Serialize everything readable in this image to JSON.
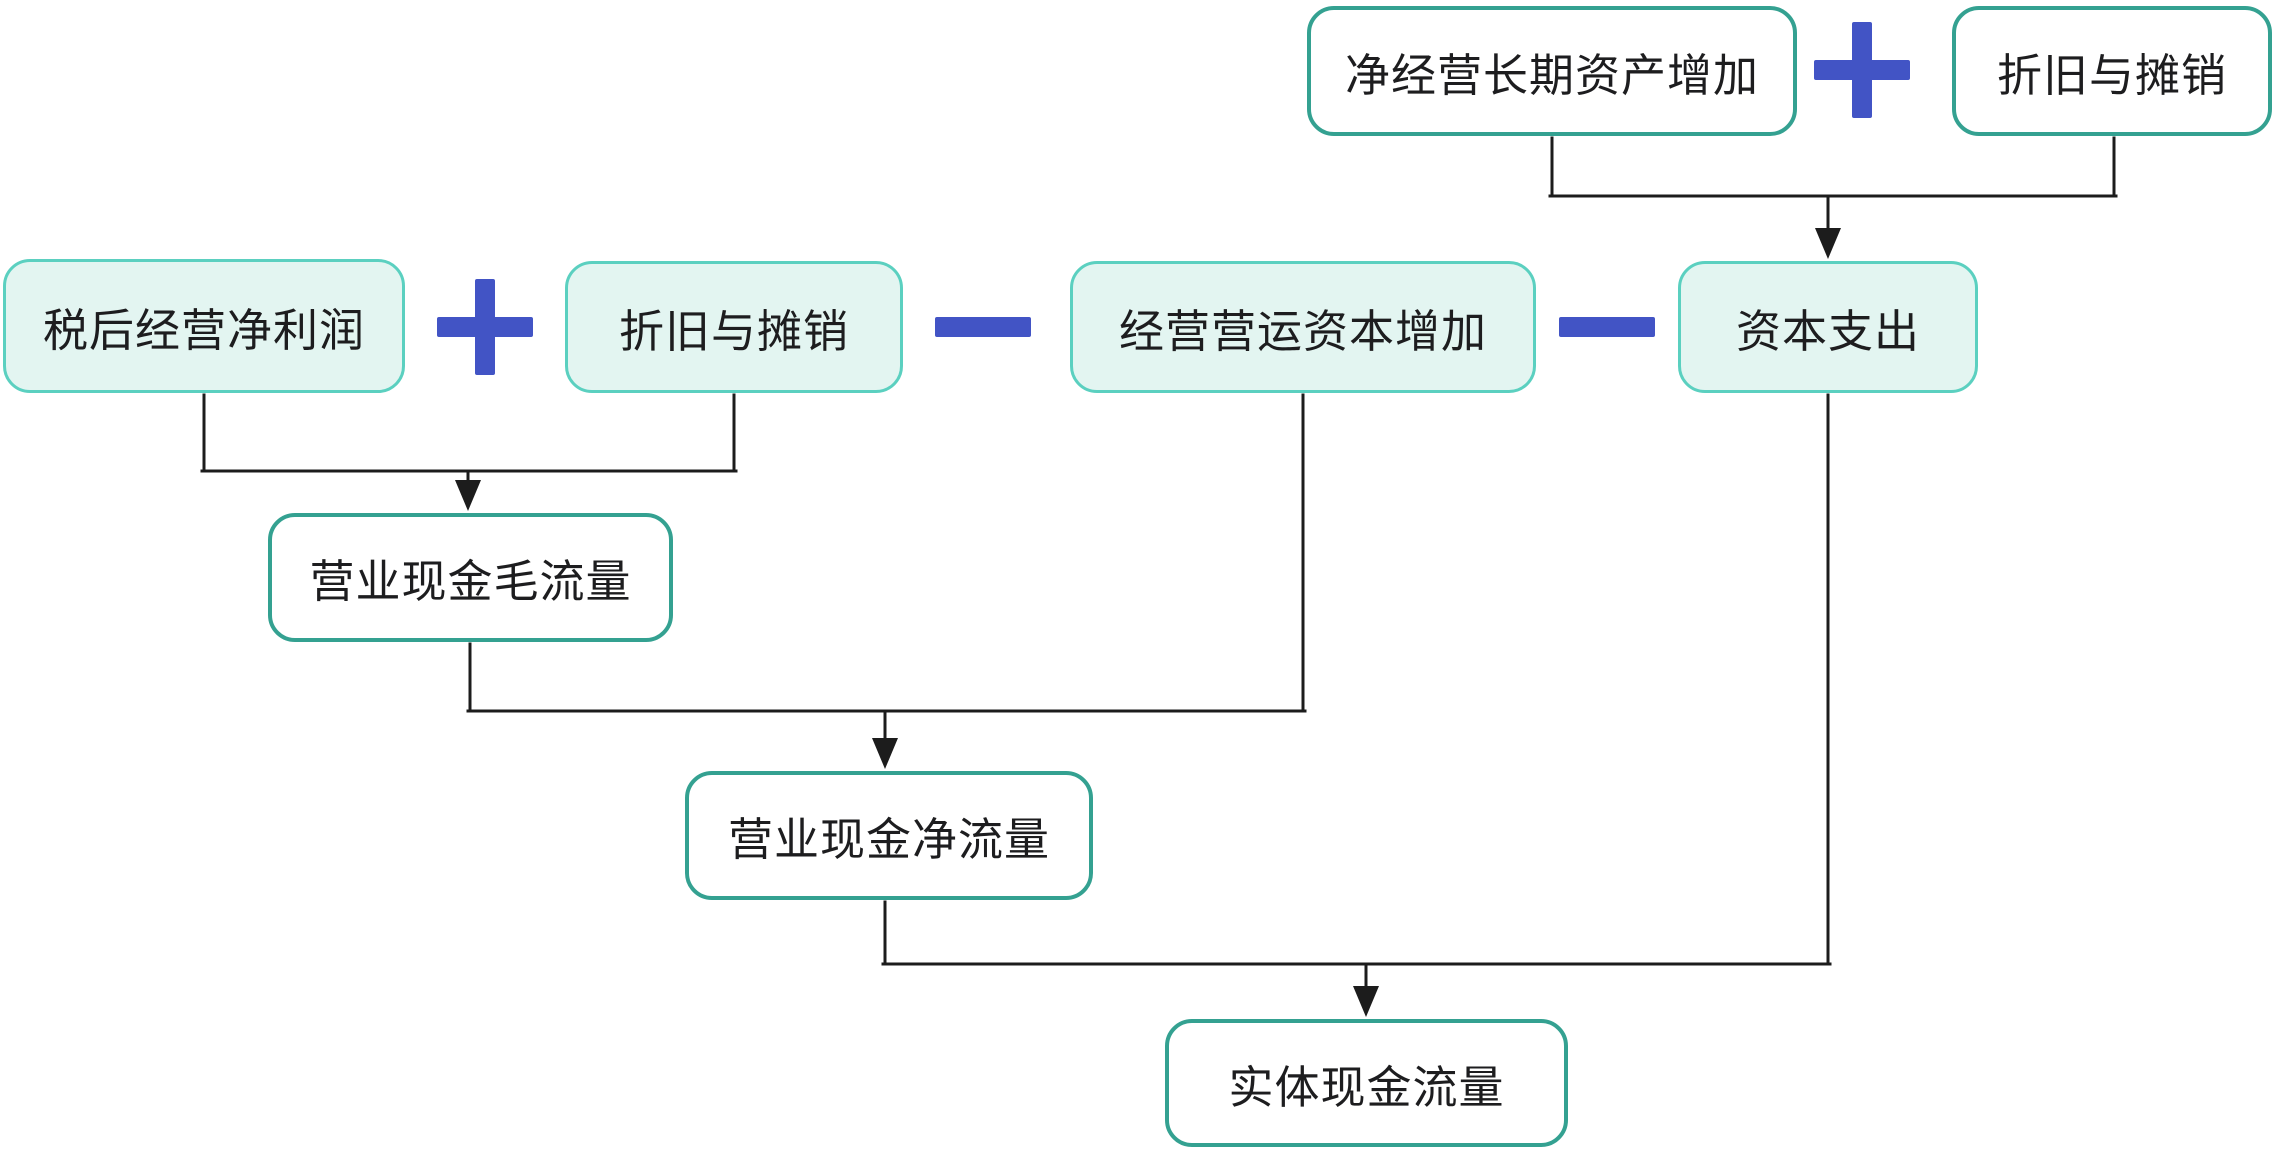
{
  "colors": {
    "teal_dark_border": "#34a191",
    "teal_light_border": "#5bd0c0",
    "mint_fill": "#e3f5f1",
    "operator_blue": "#4254c5",
    "connector_line": "#1c1c1c",
    "text": "#1d1d1f"
  },
  "nodes": {
    "net_lt_assets": {
      "label": "净经营长期资产增加"
    },
    "depreciation_top": {
      "label": "折旧与摊销"
    },
    "after_tax_profit": {
      "label": "税后经营净利润"
    },
    "depreciation_mid": {
      "label": "折旧与摊销"
    },
    "working_capital": {
      "label": "经营营运资本增加"
    },
    "capex": {
      "label": "资本支出"
    },
    "gross_operating_cf": {
      "label": "营业现金毛流量"
    },
    "net_operating_cf": {
      "label": "营业现金净流量"
    },
    "entity_cf": {
      "label": "实体现金流量"
    }
  },
  "operators": [
    {
      "id": "plus_top",
      "type": "plus",
      "glyph": "+"
    },
    {
      "id": "plus_mid",
      "type": "plus",
      "glyph": "+"
    },
    {
      "id": "minus_mid_1",
      "type": "minus",
      "glyph": "−"
    },
    {
      "id": "minus_mid_2",
      "type": "minus",
      "glyph": "−"
    }
  ],
  "relations": [
    {
      "inputs": [
        "净经营长期资产增加",
        "折旧与摊销"
      ],
      "operator": "+",
      "output": "资本支出"
    },
    {
      "inputs": [
        "税后经营净利润",
        "折旧与摊销"
      ],
      "operator": "+",
      "output": "营业现金毛流量"
    },
    {
      "inputs": [
        "营业现金毛流量",
        "经营营运资本增加"
      ],
      "operator": "−",
      "output": "营业现金净流量"
    },
    {
      "inputs": [
        "营业现金净流量",
        "资本支出"
      ],
      "operator": "−",
      "output": "实体现金流量"
    }
  ]
}
